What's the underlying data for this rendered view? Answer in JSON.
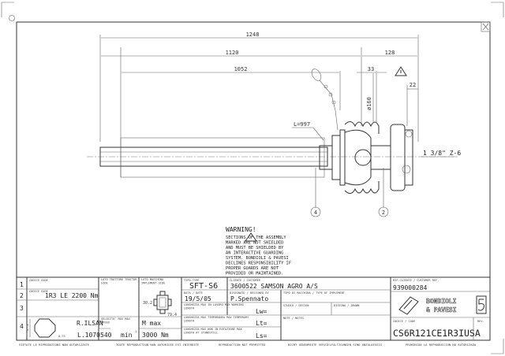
{
  "dimensions": {
    "overall": "1248",
    "d1120": "1120",
    "d1052": "1052",
    "d128": "128",
    "d33": "33",
    "d22": "22",
    "dia": "ø160",
    "length": "L=997",
    "spline": "1 3/8\" Z-6"
  },
  "callouts": [
    "4",
    "2"
  ],
  "warning": {
    "title": "WARNING!",
    "lines": [
      "SECTIONS    OF THE ASSEMBLY",
      "MARKED      ARE NOT SHIELDED",
      "AND MUST BE SHIELDED BY",
      "AN INTERACTIVE GUARDING",
      "SYSTEM. BONDIOLI & PAVESI",
      "DECLINES RESPONSIBILITY IF",
      "PROPER GUARDS ARE NOT",
      "PROVIDED OR MAINTAINED."
    ]
  },
  "title_block": {
    "rows": [
      {
        "num": "1",
        "label": "CODICE CODE",
        "value": ""
      },
      {
        "num": "2",
        "label": "CODICE CODE",
        "value": "1R3   LE 2200 Nm"
      },
      {
        "num": "3",
        "label": "",
        "value": ""
      },
      {
        "num": "4",
        "profile": "R.ILSAN",
        "profile_len": "L.1070",
        "dim_a": "47.4",
        "dim_b": "A.75"
      }
    ],
    "tractor_side_label": "LATO TRATTORE TRACTOR SIDE",
    "implement_side_label": "LATO MACCHINA IMPLEMENT SIDE",
    "cross_dim_a": "30.2",
    "cross_dim_b": "79.4",
    "speed_label": "VELOCITA' MAX MAX SPEED",
    "speed_value": "540",
    "speed_unit": "min",
    "speed_exp": "-1",
    "torque_label": "M max",
    "torque_value": "3000 Nm",
    "type_label": "TIPO-TYPE",
    "type_value": "SFT-S6",
    "customer_label": "CLIENTE / CUSTOMER",
    "customer_value": "3600522   SAMSON AGRO A/S",
    "date_label": "DATA / DATE",
    "date_value": "19/5/05",
    "designer_label": "DISEGNATO / DESIGNED BY",
    "designer_value": "P.Spennato",
    "implement_label": "TIPO DI MACCHINA / TYPE OF IMPLEMENT",
    "len_work_label": "LUNGHEZZA MAX IN LAVORO MAX WORKING LENGTH",
    "len_work_value": "Lw=",
    "len_temp_label": "LUNGHEZZA MAX TEMPORANEA MAX TEMPORARY LENGTH",
    "len_temp_value": "Lt=",
    "len_static_label": "LUNGHEZZA MAX NON IN ROTAZIONE MAX LENGTH AT STANDSTILL",
    "len_static_value": "Ls=",
    "study_label": "STUDIO / DESIGN",
    "drawing_label": "DISEGNO / DRAWN",
    "notes_label": "NOTE / NOTES",
    "customer_ref_label": "RIF.CLIENTE / CUSTOMER REF.",
    "customer_ref_value": "939000284",
    "logo_text": "BONDIOLI & PAVESI",
    "code_label": "CODICE / CODE",
    "code_value": "CS6R121CE1R3IUSA",
    "rev_label": "REV."
  },
  "footer_notices": [
    "VIETATE LE RIPRODUZIONI NON AUTORIZZATE",
    "TOUTE REPRODUCTION NON AUTORISEE EST INTERDITE",
    "REPRODUCTION NOT PERMITTED",
    "NICHT GENEHMIGTE VERVIELFALTIGUNGEN SIND UNZULAESSIG",
    "PROHIBIDA LA REPRODUCCION NO AUTORIZADA"
  ]
}
